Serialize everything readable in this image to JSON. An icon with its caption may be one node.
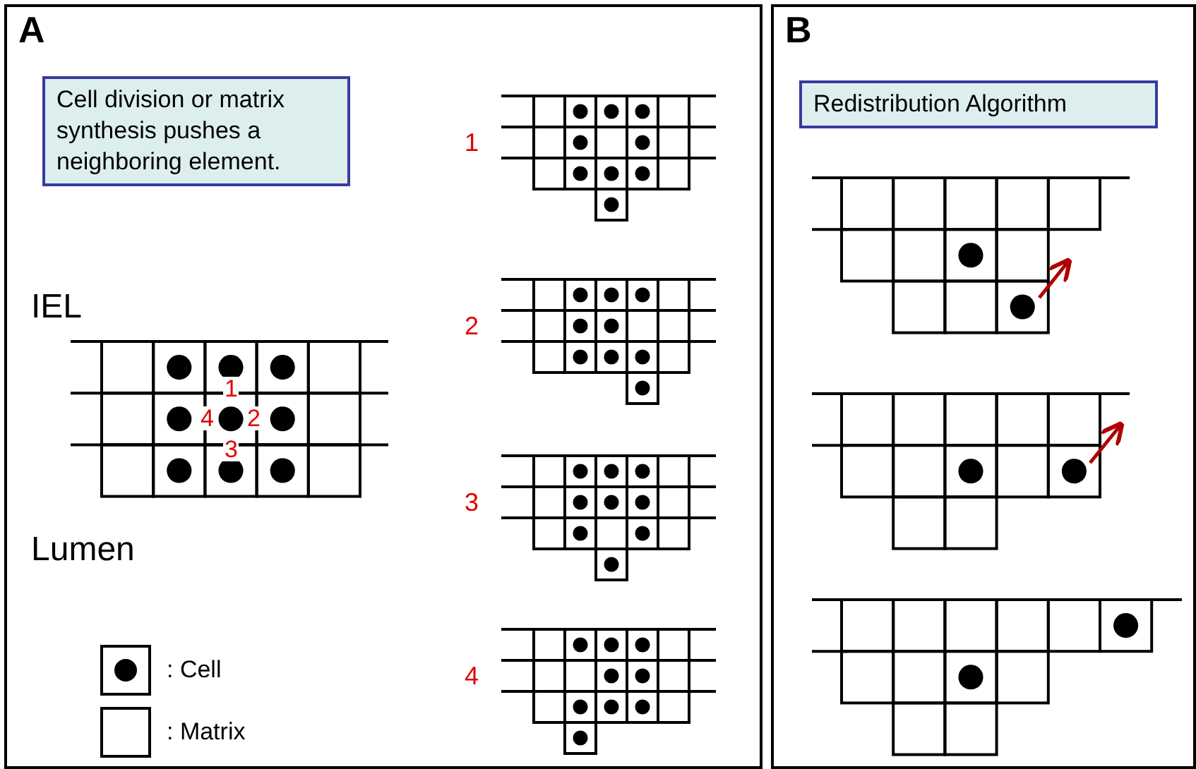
{
  "diagram": {
    "nodes": [
      {
        "text": [
          "A"
        ]
      },
      {
        "text": [
          "Cell division or matrix synthesis pushes a neighboring element."
        ],
        "in": 0
      },
      {
        "text": [
          "B"
        ]
      },
      {
        "text": [
          "Redistribution Algorithm"
        ],
        "in": 2
      }
    ],
    "edges": [],
    "labels": [
      "IEL",
      "1",
      "4",
      "2",
      "3",
      "Lumen",
      "1",
      "2",
      "3",
      "4"
    ],
    "legend": [
      {
        "text": ": Cell"
      },
      {
        "text": ": Matrix"
      }
    ]
  }
}
